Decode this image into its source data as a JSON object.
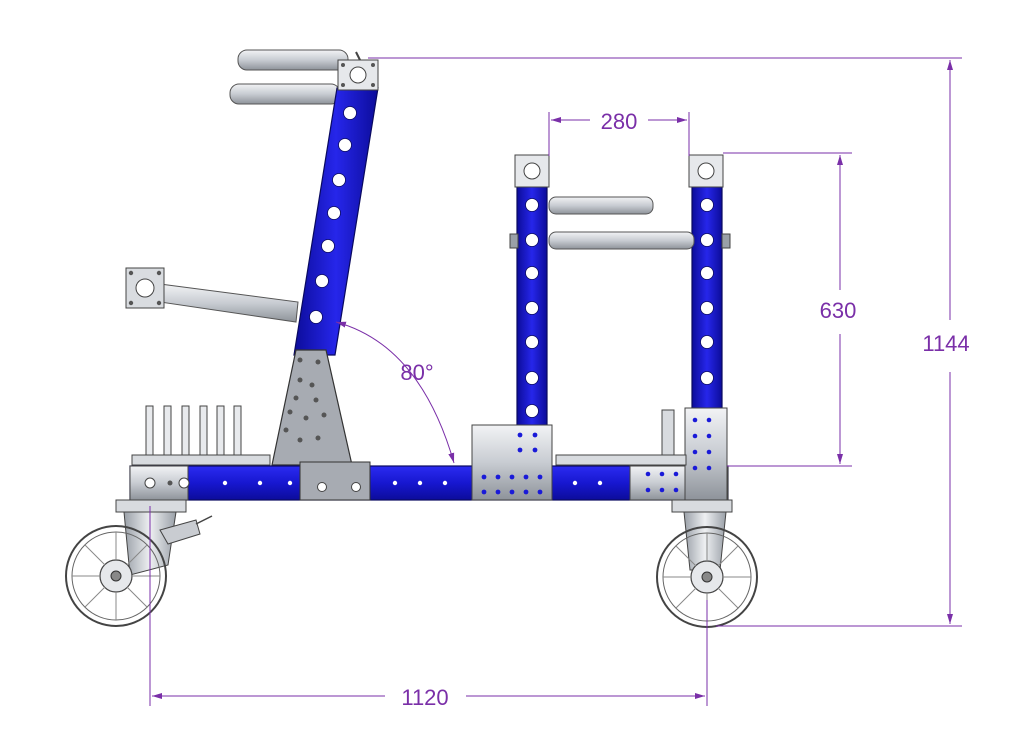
{
  "colors": {
    "dimension": "#7a2fa8",
    "frame_blue": "#1a1ad8",
    "frame_dark": "#0b0b8a",
    "steel": "#c9ccd1",
    "steel_dark": "#7d828a",
    "outline": "#3a3a3a"
  },
  "dimensions": {
    "overall_height": "1144",
    "wheelbase": "1120",
    "upright_gap": "280",
    "upright_height": "630",
    "tilt_angle": "80°"
  }
}
